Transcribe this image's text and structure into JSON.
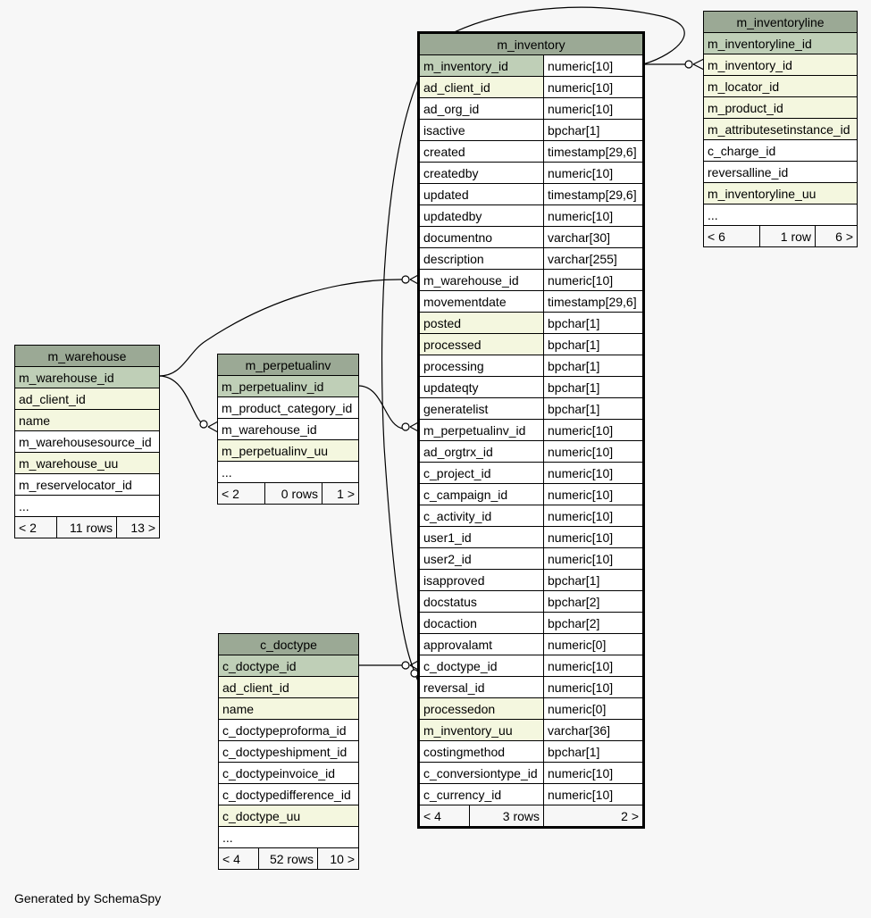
{
  "footer": "Generated by SchemaSpy",
  "colors": {
    "header": "#9ba995",
    "pk": "#bfcfb7",
    "fk": "#f4f7df",
    "plain": "#ffffff",
    "background": "#f7f7f7"
  },
  "m_inventory": {
    "title": "m_inventory",
    "columns": [
      {
        "name": "m_inventory_id",
        "type": "numeric[10]",
        "kind": "pk"
      },
      {
        "name": "ad_client_id",
        "type": "numeric[10]",
        "kind": "fk"
      },
      {
        "name": "ad_org_id",
        "type": "numeric[10]",
        "kind": "plain"
      },
      {
        "name": "isactive",
        "type": "bpchar[1]",
        "kind": "plain"
      },
      {
        "name": "created",
        "type": "timestamp[29,6]",
        "kind": "plain"
      },
      {
        "name": "createdby",
        "type": "numeric[10]",
        "kind": "plain"
      },
      {
        "name": "updated",
        "type": "timestamp[29,6]",
        "kind": "plain"
      },
      {
        "name": "updatedby",
        "type": "numeric[10]",
        "kind": "plain"
      },
      {
        "name": "documentno",
        "type": "varchar[30]",
        "kind": "plain"
      },
      {
        "name": "description",
        "type": "varchar[255]",
        "kind": "plain"
      },
      {
        "name": "m_warehouse_id",
        "type": "numeric[10]",
        "kind": "plain"
      },
      {
        "name": "movementdate",
        "type": "timestamp[29,6]",
        "kind": "plain"
      },
      {
        "name": "posted",
        "type": "bpchar[1]",
        "kind": "fk"
      },
      {
        "name": "processed",
        "type": "bpchar[1]",
        "kind": "fk"
      },
      {
        "name": "processing",
        "type": "bpchar[1]",
        "kind": "plain"
      },
      {
        "name": "updateqty",
        "type": "bpchar[1]",
        "kind": "plain"
      },
      {
        "name": "generatelist",
        "type": "bpchar[1]",
        "kind": "plain"
      },
      {
        "name": "m_perpetualinv_id",
        "type": "numeric[10]",
        "kind": "plain"
      },
      {
        "name": "ad_orgtrx_id",
        "type": "numeric[10]",
        "kind": "plain"
      },
      {
        "name": "c_project_id",
        "type": "numeric[10]",
        "kind": "plain"
      },
      {
        "name": "c_campaign_id",
        "type": "numeric[10]",
        "kind": "plain"
      },
      {
        "name": "c_activity_id",
        "type": "numeric[10]",
        "kind": "plain"
      },
      {
        "name": "user1_id",
        "type": "numeric[10]",
        "kind": "plain"
      },
      {
        "name": "user2_id",
        "type": "numeric[10]",
        "kind": "plain"
      },
      {
        "name": "isapproved",
        "type": "bpchar[1]",
        "kind": "plain"
      },
      {
        "name": "docstatus",
        "type": "bpchar[2]",
        "kind": "plain"
      },
      {
        "name": "docaction",
        "type": "bpchar[2]",
        "kind": "plain"
      },
      {
        "name": "approvalamt",
        "type": "numeric[0]",
        "kind": "plain"
      },
      {
        "name": "c_doctype_id",
        "type": "numeric[10]",
        "kind": "plain"
      },
      {
        "name": "reversal_id",
        "type": "numeric[10]",
        "kind": "plain"
      },
      {
        "name": "processedon",
        "type": "numeric[0]",
        "kind": "fk"
      },
      {
        "name": "m_inventory_uu",
        "type": "varchar[36]",
        "kind": "fk"
      },
      {
        "name": "costingmethod",
        "type": "bpchar[1]",
        "kind": "plain"
      },
      {
        "name": "c_conversiontype_id",
        "type": "numeric[10]",
        "kind": "plain"
      },
      {
        "name": "c_currency_id",
        "type": "numeric[10]",
        "kind": "plain"
      }
    ],
    "footer": {
      "parents": "< 4",
      "rows": "3 rows",
      "children": "2 >"
    }
  },
  "m_inventoryline": {
    "title": "m_inventoryline",
    "columns": [
      {
        "name": "m_inventoryline_id",
        "kind": "pk"
      },
      {
        "name": "m_inventory_id",
        "kind": "fk"
      },
      {
        "name": "m_locator_id",
        "kind": "fk"
      },
      {
        "name": "m_product_id",
        "kind": "fk"
      },
      {
        "name": "m_attributesetinstance_id",
        "kind": "fk"
      },
      {
        "name": "c_charge_id",
        "kind": "plain"
      },
      {
        "name": "reversalline_id",
        "kind": "plain"
      },
      {
        "name": "m_inventoryline_uu",
        "kind": "fk"
      },
      {
        "name": "...",
        "kind": "plain"
      }
    ],
    "footer": {
      "parents": "< 6",
      "rows": "1 row",
      "children": "6 >"
    }
  },
  "m_warehouse": {
    "title": "m_warehouse",
    "columns": [
      {
        "name": "m_warehouse_id",
        "kind": "pk"
      },
      {
        "name": "ad_client_id",
        "kind": "fk"
      },
      {
        "name": "name",
        "kind": "fk"
      },
      {
        "name": "m_warehousesource_id",
        "kind": "plain"
      },
      {
        "name": "m_warehouse_uu",
        "kind": "fk"
      },
      {
        "name": "m_reservelocator_id",
        "kind": "plain"
      },
      {
        "name": "...",
        "kind": "plain"
      }
    ],
    "footer": {
      "parents": "< 2",
      "rows": "11 rows",
      "children": "13 >"
    }
  },
  "m_perpetualinv": {
    "title": "m_perpetualinv",
    "columns": [
      {
        "name": "m_perpetualinv_id",
        "kind": "pk"
      },
      {
        "name": "m_product_category_id",
        "kind": "plain"
      },
      {
        "name": "m_warehouse_id",
        "kind": "plain"
      },
      {
        "name": "m_perpetualinv_uu",
        "kind": "fk"
      },
      {
        "name": "...",
        "kind": "plain"
      }
    ],
    "footer": {
      "parents": "< 2",
      "rows": "0 rows",
      "children": "1 >"
    }
  },
  "c_doctype": {
    "title": "c_doctype",
    "columns": [
      {
        "name": "c_doctype_id",
        "kind": "pk"
      },
      {
        "name": "ad_client_id",
        "kind": "fk"
      },
      {
        "name": "name",
        "kind": "fk"
      },
      {
        "name": "c_doctypeproforma_id",
        "kind": "plain"
      },
      {
        "name": "c_doctypeshipment_id",
        "kind": "plain"
      },
      {
        "name": "c_doctypeinvoice_id",
        "kind": "plain"
      },
      {
        "name": "c_doctypedifference_id",
        "kind": "plain"
      },
      {
        "name": "c_doctype_uu",
        "kind": "fk"
      },
      {
        "name": "...",
        "kind": "plain"
      }
    ],
    "footer": {
      "parents": "< 4",
      "rows": "52 rows",
      "children": "10 >"
    }
  }
}
